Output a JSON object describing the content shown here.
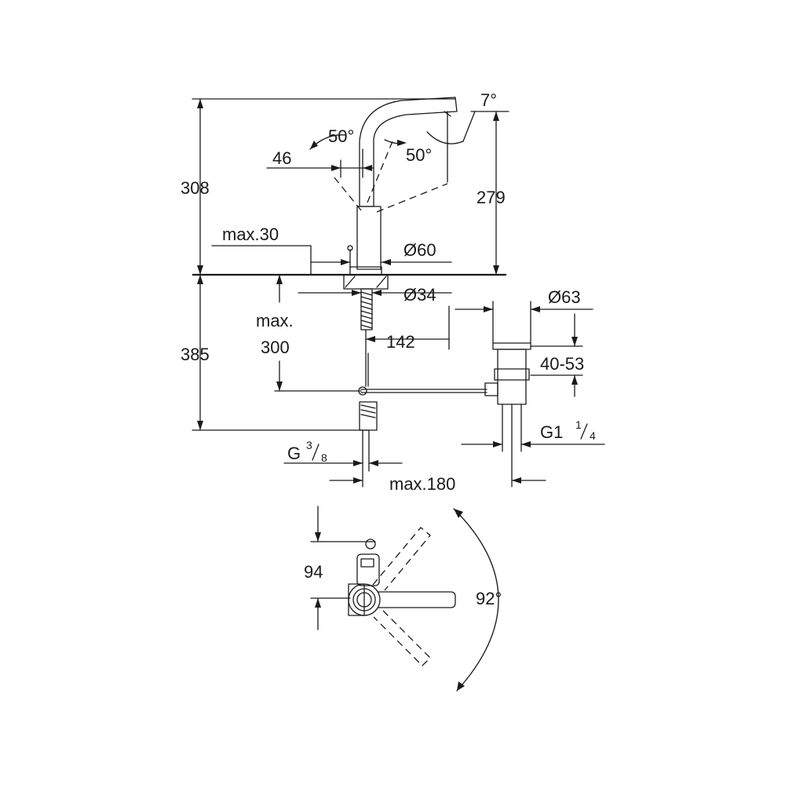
{
  "labels": {
    "angle_7": "7°",
    "angle_50_left": "50°",
    "angle_50_right": "50°",
    "dim_46": "46",
    "dim_308": "308",
    "dim_279": "279",
    "dim_max30": "max.30",
    "dim_dia60": "Ø60",
    "dim_dia34": "Ø34",
    "dim_dia63": "Ø63",
    "dim_max": "max.",
    "dim_300": "300",
    "dim_385": "385",
    "dim_142": "142",
    "dim_40_53": "40-53",
    "thread_g": "G",
    "thread_g_num": "3",
    "thread_g_den": "8",
    "thread_g1": "G1",
    "thread_g1_num": "1",
    "thread_g1_den": "4",
    "dim_max180": "max.180",
    "dim_94": "94",
    "angle_92": "92°"
  }
}
